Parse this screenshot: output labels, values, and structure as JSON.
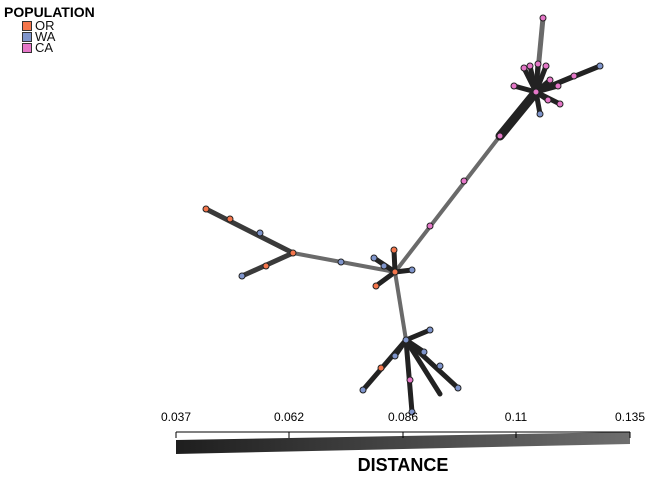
{
  "legend": {
    "title": "POPULATION",
    "items": [
      {
        "label": "OR",
        "color": "#f4764c"
      },
      {
        "label": "WA",
        "color": "#7f95cc"
      },
      {
        "label": "CA",
        "color": "#e577c8"
      }
    ]
  },
  "scale": {
    "title": "DISTANCE",
    "ticks": [
      "0.037",
      "0.062",
      "0.086",
      "0.11",
      "0.135"
    ],
    "color_low": "#1e1e1e",
    "color_high": "#6e6e6e"
  },
  "colors": {
    "edge_dark": "#222222",
    "edge_mid": "#3a3a3a",
    "edge_light": "#6a6a6a"
  }
}
